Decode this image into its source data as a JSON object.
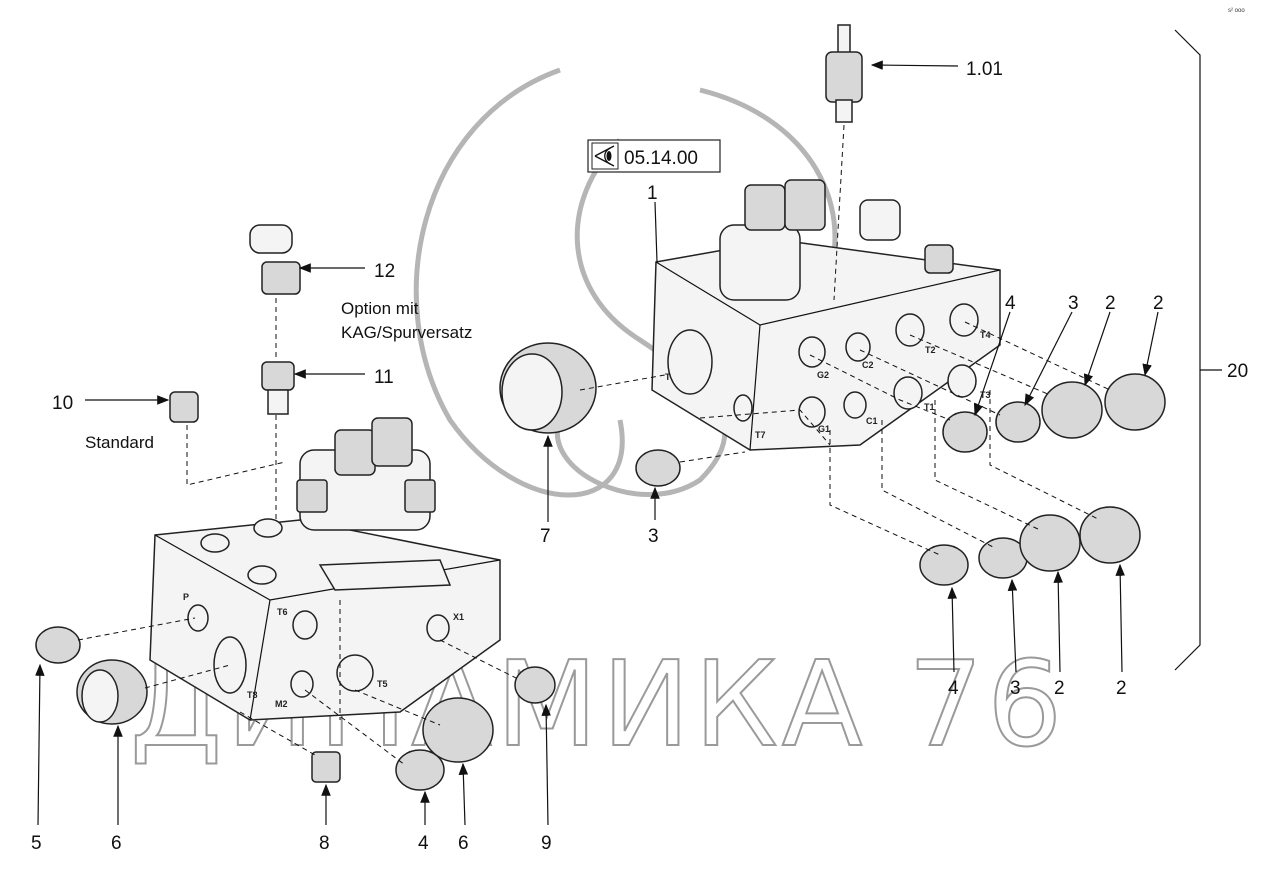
{
  "corner_text": "s² ooo",
  "reference_box": {
    "icon": "eye-view-icon",
    "text": "05.14.00"
  },
  "callouts": {
    "c101": "1.01",
    "c1": "1",
    "c12": "12",
    "c11": "11",
    "c10": "10",
    "c20": "20",
    "top_4": "4",
    "top_3": "3",
    "top_2a": "2",
    "top_2b": "2",
    "mid_7": "7",
    "mid_3": "3",
    "right_4": "4",
    "right_3": "3",
    "right_2a": "2",
    "right_2b": "2",
    "bot_5": "5",
    "bot_6a": "6",
    "bot_8": "8",
    "bot_4": "4",
    "bot_6b": "6",
    "bot_9": "9"
  },
  "notes": {
    "option_line1": "Option mit",
    "option_line2": "KAG/Spurversatz",
    "standard": "Standard"
  },
  "port_labels": {
    "right_block": [
      "T",
      "T7",
      "G2",
      "C2",
      "T2",
      "T4",
      "G1",
      "C1",
      "T1",
      "T3"
    ],
    "left_block": [
      "P",
      "T6",
      "X1",
      "T8",
      "M2",
      "T5"
    ]
  },
  "watermark": "ДИНАМИКА 76"
}
